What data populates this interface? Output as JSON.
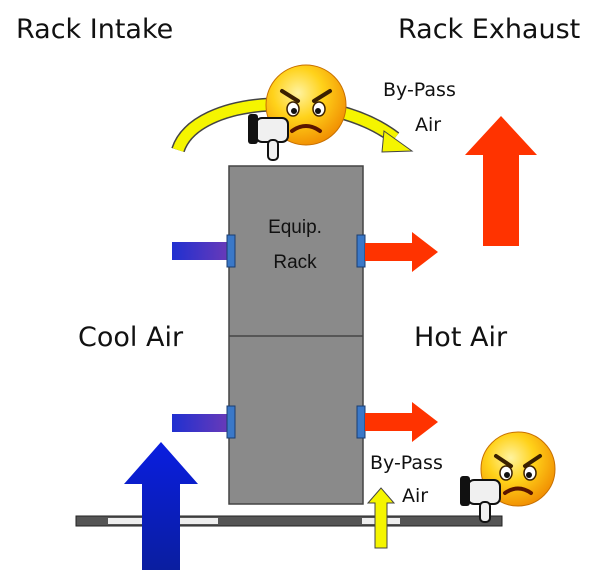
{
  "labels": {
    "rack_intake": "Rack Intake",
    "rack_exhaust": "Rack Exhaust",
    "bypass_top_line1": "By-Pass",
    "bypass_top_line2": "Air",
    "rack_line1": "Equip.",
    "rack_line2": "Rack",
    "cool_air": "Cool Air",
    "hot_air": "Hot Air",
    "bypass_bottom_line1": "By-Pass",
    "bypass_bottom_line2": "Air"
  },
  "colors": {
    "rack_fill": "#8a8a8a",
    "rack_stroke": "#444444",
    "hot_red": "#ff3300",
    "cool_blue": "#0a1ee0",
    "intake_gradient_start": "#2030d0",
    "intake_gradient_end": "#6a3ab8",
    "vent_blue": "#3a78c8",
    "bypass_yellow": "#f5f500",
    "floor_gray": "#555555",
    "floor_tile": "#eeeeee",
    "smiley_yellow": "#ffcc00"
  },
  "icons": {
    "top_emoji": "angry-thumbs-down-face-icon",
    "bottom_emoji": "angry-thumbs-down-face-icon"
  }
}
